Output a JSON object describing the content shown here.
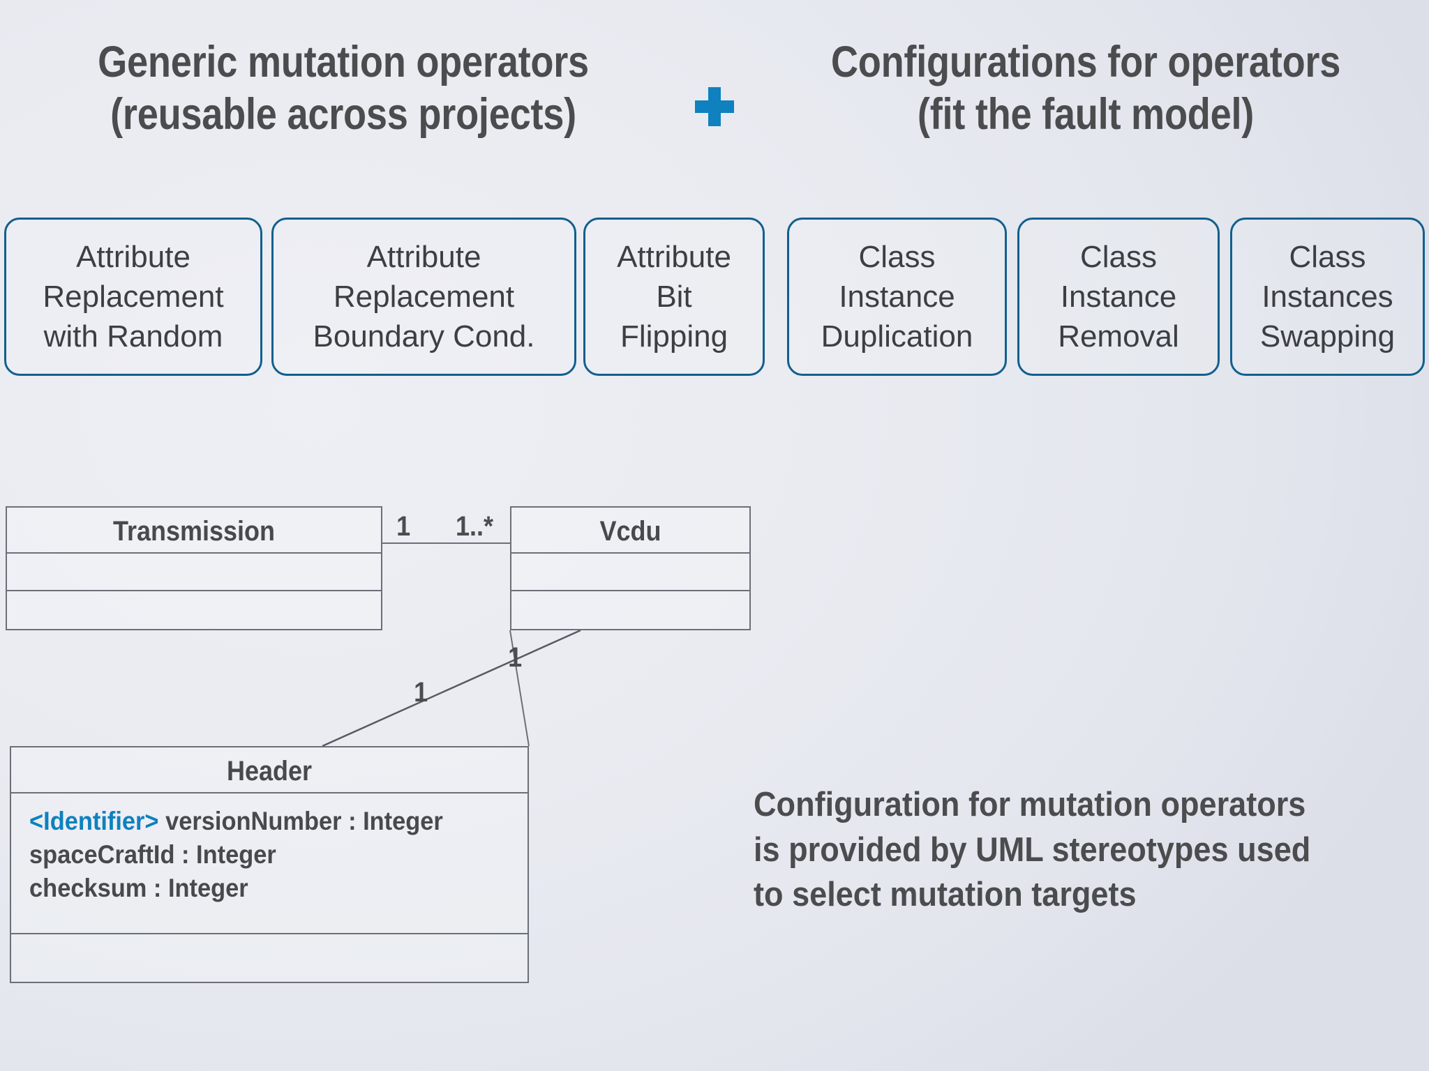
{
  "slide": {
    "background_color": "#e9ebf1",
    "accent_color": "#0e81be",
    "box_border_color": "#115f8e",
    "text_color": "#4a4c4e"
  },
  "title": {
    "left": {
      "line1": "Generic mutation operators",
      "line2": "(reusable across projects)"
    },
    "conjunction_icon": "plus-icon",
    "right": {
      "line1": "Configurations for operators",
      "line2": "(fit the fault model)"
    }
  },
  "operators": [
    {
      "id": "attribute-replacement-with-random",
      "line1": "Attribute",
      "line2": "Replacement",
      "line3": "with Random"
    },
    {
      "id": "attribute-replacement-boundary-cond",
      "line1": "Attribute",
      "line2": "Replacement",
      "line3": "Boundary Cond."
    },
    {
      "id": "attribute-bit-flipping",
      "line1": "Attribute",
      "line2": "Bit",
      "line3": "Flipping"
    },
    {
      "id": "class-instance-duplication",
      "line1": "Class",
      "line2": "Instance",
      "line3": "Duplication"
    },
    {
      "id": "class-instance-removal",
      "line1": "Class",
      "line2": "Instance",
      "line3": "Removal"
    },
    {
      "id": "class-instances-swapping",
      "line1": "Class",
      "line2": "Instances",
      "line3": "Swapping"
    }
  ],
  "uml": {
    "classes": {
      "transmission": {
        "name": "Transmission",
        "attributes": [],
        "operations": []
      },
      "vcdu": {
        "name": "Vcdu",
        "attributes": [],
        "operations": []
      },
      "header": {
        "name": "Header",
        "attributes": [
          {
            "stereotype": "<Identifier>",
            "text": " versionNumber : Integer"
          },
          {
            "stereotype": "",
            "text": "spaceCraftId : Integer"
          },
          {
            "stereotype": "",
            "text": "checksum : Integer"
          }
        ],
        "operations": []
      }
    },
    "multiplicities": {
      "transmission_end": "1",
      "vcdu_end": "1..*",
      "vcdu_to_header_end": "1",
      "header_end": "1"
    }
  },
  "caption": {
    "line1": "Configuration for mutation operators",
    "line2": "is provided by UML stereotypes used",
    "line3": "to select mutation targets"
  }
}
